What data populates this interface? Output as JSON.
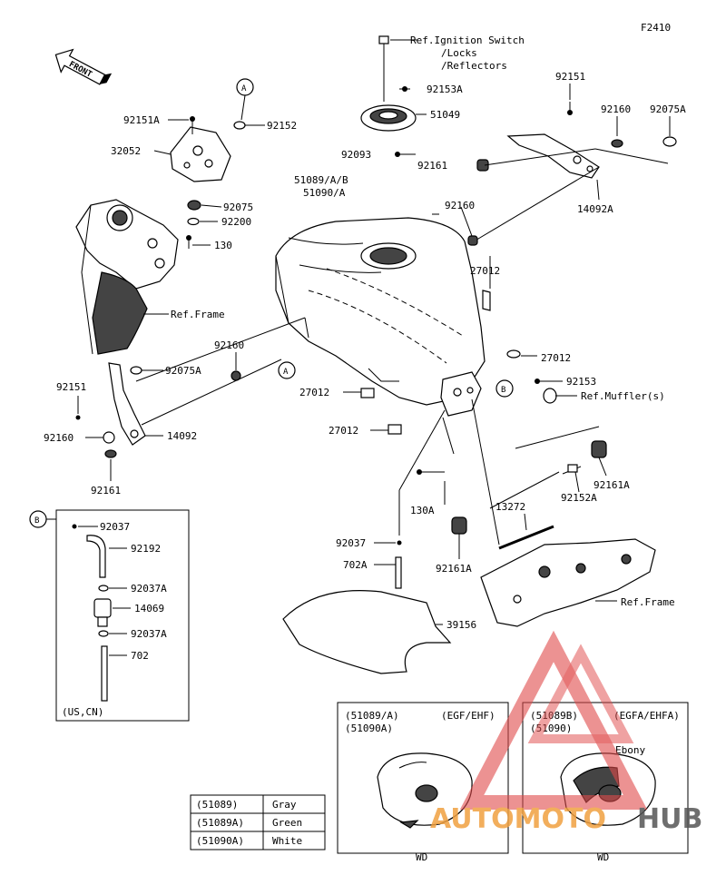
{
  "figure_code": "F2410",
  "front_label": "FRONT",
  "callouts": {
    "ref_ignition": [
      "Ref.Ignition Switch",
      "/Locks",
      "/Reflectors"
    ],
    "ref_frame_left": "Ref.Frame",
    "ref_frame_right": "Ref.Frame",
    "ref_muffler": "Ref.Muffler(s)"
  },
  "parts": {
    "p92151A": "92151A",
    "p92152": "92152",
    "p32052": "32052",
    "p92075": "92075",
    "p92200": "92200",
    "p130": "130",
    "p92153A": "92153A",
    "p51049": "51049",
    "p92093": "92093",
    "p92161_top": "92161",
    "p51089": "51089/A/B",
    "p51090": "51090/A",
    "p92151_tr": "92151",
    "p92160_tr": "92160",
    "p92075A_tr": "92075A",
    "p14092A": "14092A",
    "p92160_mid": "92160",
    "p27012_r1": "27012",
    "p27012_r2": "27012",
    "p92153": "92153",
    "p92160_l": "92160",
    "p92075A_l": "92075A",
    "p92151_l": "92151",
    "p92160_l2": "92160",
    "p14092": "14092",
    "p92161_l": "92161",
    "p27012_m1": "27012",
    "p27012_m2": "27012",
    "p130A": "130A",
    "p92161A_r": "92161A",
    "p92152A": "92152A",
    "p13272": "13272",
    "p92037": "92037",
    "p702A": "702A",
    "p92161A_b": "92161A",
    "p39156": "39156"
  },
  "inset_hose": {
    "parts": [
      "92037",
      "92192",
      "92037A",
      "14069",
      "92037A",
      "702"
    ],
    "note": "(US,CN)"
  },
  "callout_letters": {
    "a": "A",
    "b": "B"
  },
  "variant_left": {
    "codes": [
      "(51089/A)",
      "(51090A)"
    ],
    "models": "(EGF/EHF)",
    "wd": "WD"
  },
  "variant_right": {
    "codes": [
      "(51089B)",
      "(51090)"
    ],
    "models": "(EGFA/EHFA)",
    "ebony": "Ebony",
    "wd": "WD"
  },
  "color_table": [
    {
      "code": "(51089)",
      "color": "Gray"
    },
    {
      "code": "(51089A)",
      "color": "Green"
    },
    {
      "code": "(51090A)",
      "color": "White"
    }
  ],
  "watermark": {
    "text_a": "AUTOMOTO",
    "text_b": "HUB"
  },
  "colors": {
    "watermark_red": "#e04a4a",
    "watermark_orange": "#f0a040",
    "watermark_gray": "#555555"
  }
}
